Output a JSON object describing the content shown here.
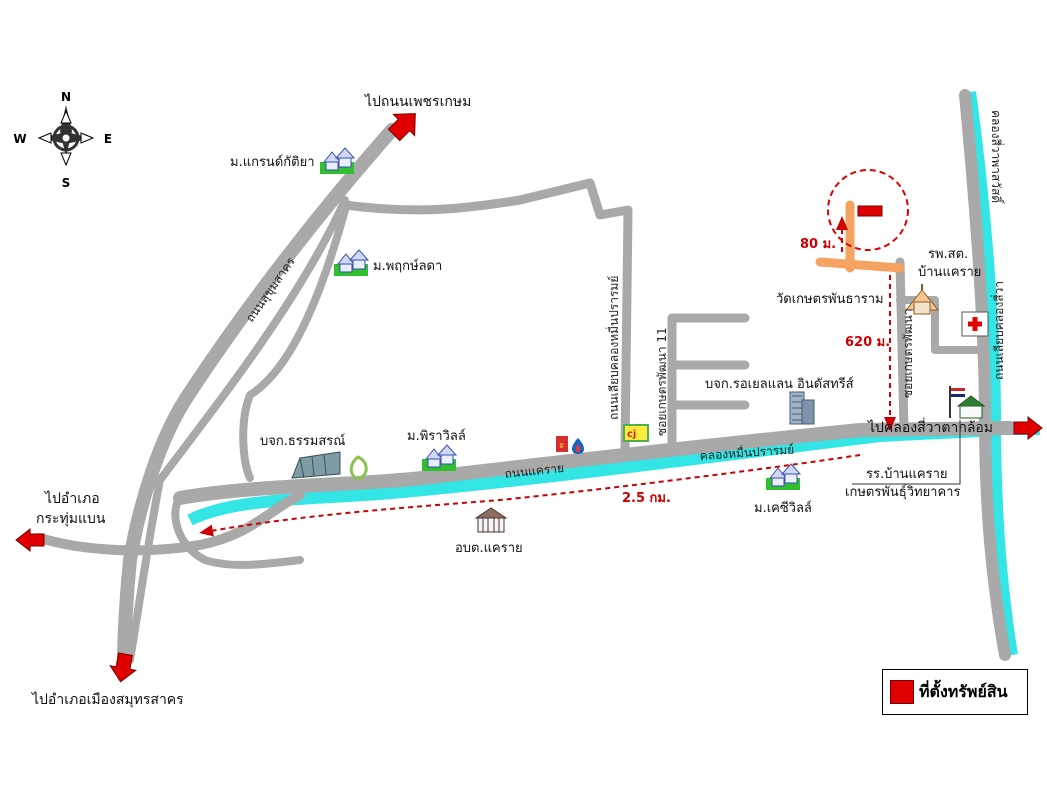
{
  "compass": {
    "n": "N",
    "s": "S",
    "e": "E",
    "w": "W"
  },
  "destinations": {
    "phet_kasem": "ไปถนนเพชรเกษม",
    "krathum_baen_1": "ไปอำเภอ",
    "krathum_baen_2": "กระทุ่มแบน",
    "samut_sakhon": "ไปอำเภอเมืองสมุทรสาคร",
    "khlong_si_wa": "ไปคลองสี่วาตากล้อม"
  },
  "roads": {
    "sukhonthasawat": "ถนนสุขุมสาคร",
    "khae_rai": "ถนนแคราย",
    "khlong_muen": "ถนนเลียบคลองหมื่นปรารมย์",
    "soi_kaset_1": "ซอยเกษตรพัฒนา 11",
    "soi_kaset_2": "ซอยเกษตรพัฒนา",
    "khlong_si_wa_road": "ถนนเลียบคลองสี่วา",
    "khlong_si_wa_canal": "คลองสี่วาพาสวัสดิ์",
    "khlong_muen_canal": "คลองหมื่นปรารมย์"
  },
  "places": {
    "grand_kathiya": "ม.แกรนด์กัติยา",
    "phruk_lada": "ม.พฤกษ์ลดา",
    "thammasan": "บจก.ธรรมสรณ์",
    "phira_ville": "ม.พิราวิลล์",
    "royal_land": "บจก.รอเยลแลน อินดัสทรีส์",
    "kaset_pantharam": "วัดเกษตรพันธาราม",
    "hospital_1": "รพ.สต.",
    "hospital_2": "บ้านแคราย",
    "school_1": "รร.บ้านแคราย",
    "school_2": "เกษตรพันธุ์วิทยาคาร",
    "kc_ville": "ม.เคซีวิลล์",
    "obt": "อบต.แคราย"
  },
  "distances": {
    "d80": "80 ม.",
    "d620": "620 ม.",
    "d25": "2.5 กม."
  },
  "legend": {
    "label": "ที่ตั้งทรัพย์สิน"
  },
  "colors": {
    "road": "#a9a9a9",
    "canal": "#33e5e5",
    "arrow": "#e00000",
    "property": "#e00000",
    "access_path": "#f4a460",
    "distance": "#cc0000"
  }
}
